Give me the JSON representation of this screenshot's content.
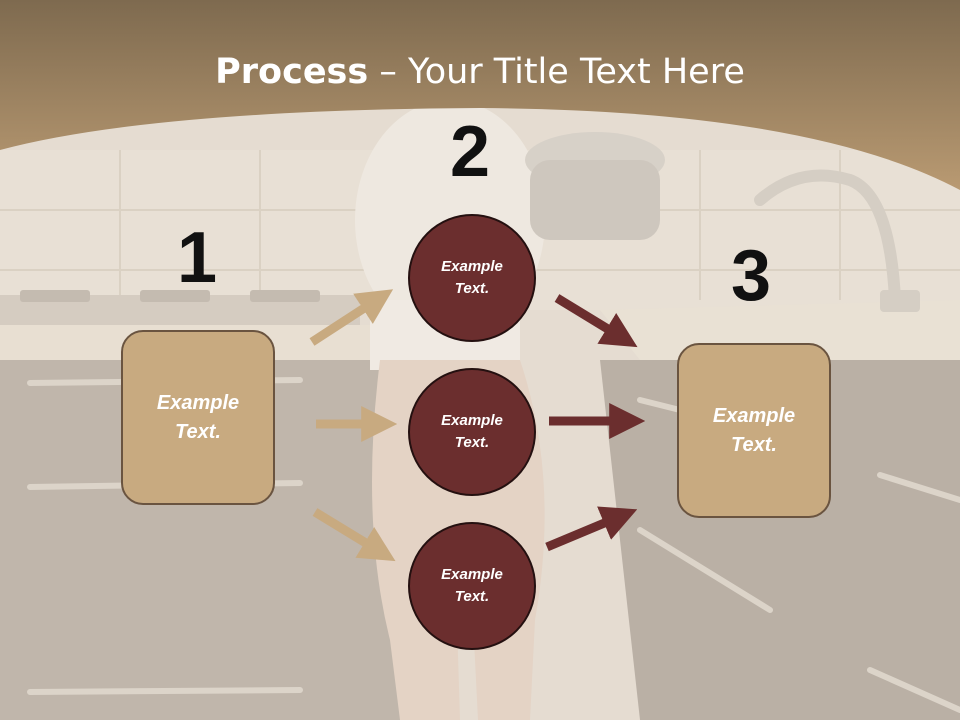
{
  "title": {
    "bold": "Process",
    "rest": " – Your Title Text Here"
  },
  "numbers": [
    "1",
    "2",
    "3"
  ],
  "left_box": {
    "text": "Example\nText."
  },
  "right_box": {
    "text": "Example\nText."
  },
  "circles": [
    {
      "text": "Example\nText."
    },
    {
      "text": "Example\nText."
    },
    {
      "text": "Example\nText."
    }
  ],
  "colors": {
    "header": "#a8875f",
    "box_fill": "#c8aa80",
    "circle_fill": "#6b2e2e",
    "tan_arrow": "#c8aa80",
    "maroon_arrow": "#6b2e2e"
  }
}
